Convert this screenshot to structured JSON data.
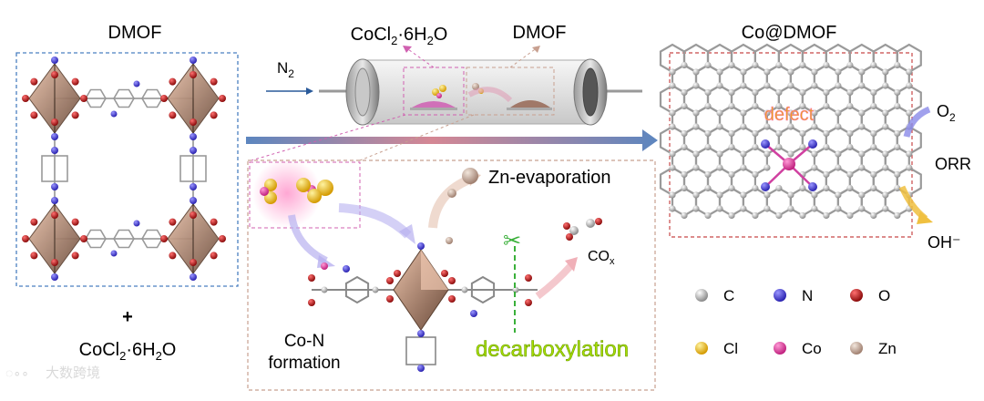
{
  "left": {
    "title": "DMOF",
    "plus": "+",
    "reagent_main": "CoCl",
    "reagent_sub": "2",
    "reagent_tail": "·6H",
    "reagent_sub2": "2",
    "reagent_end": "O"
  },
  "furnace": {
    "gas_main": "N",
    "gas_sub": "2",
    "label_cocl_main": "CoCl",
    "label_cocl_sub": "2",
    "label_cocl_tail": "·6H",
    "label_cocl_sub2": "2",
    "label_cocl_end": "O",
    "label_dmof": "DMOF"
  },
  "mechanism": {
    "zn_evaporation": "Zn-evaporation",
    "cox_main": "CO",
    "cox_sub": "x",
    "con_line1": "Co-N",
    "con_line2": "formation",
    "decarboxylation": "decarboxylation"
  },
  "product": {
    "title": "Co@DMOF",
    "defect": "defect",
    "o2_main": "O",
    "o2_sub": "2",
    "orr": "ORR",
    "oh": "OH⁻"
  },
  "legend": [
    {
      "symbol": "C",
      "color": "#9a9a9a"
    },
    {
      "symbol": "N",
      "color": "#3a33c8"
    },
    {
      "symbol": "O",
      "color": "#b01010"
    },
    {
      "symbol": "Cl",
      "color": "#e8b81a"
    },
    {
      "symbol": "Co",
      "color": "#e03a9a"
    },
    {
      "symbol": "Zn",
      "color": "#c9b0a0"
    }
  ],
  "watermark": "大数跨境",
  "colors": {
    "left_border": "#4a7fc0",
    "right_border": "#c84848",
    "mech_border": "#c8a090",
    "defect": "#e8a020",
    "decarbox": "#a8e000"
  }
}
